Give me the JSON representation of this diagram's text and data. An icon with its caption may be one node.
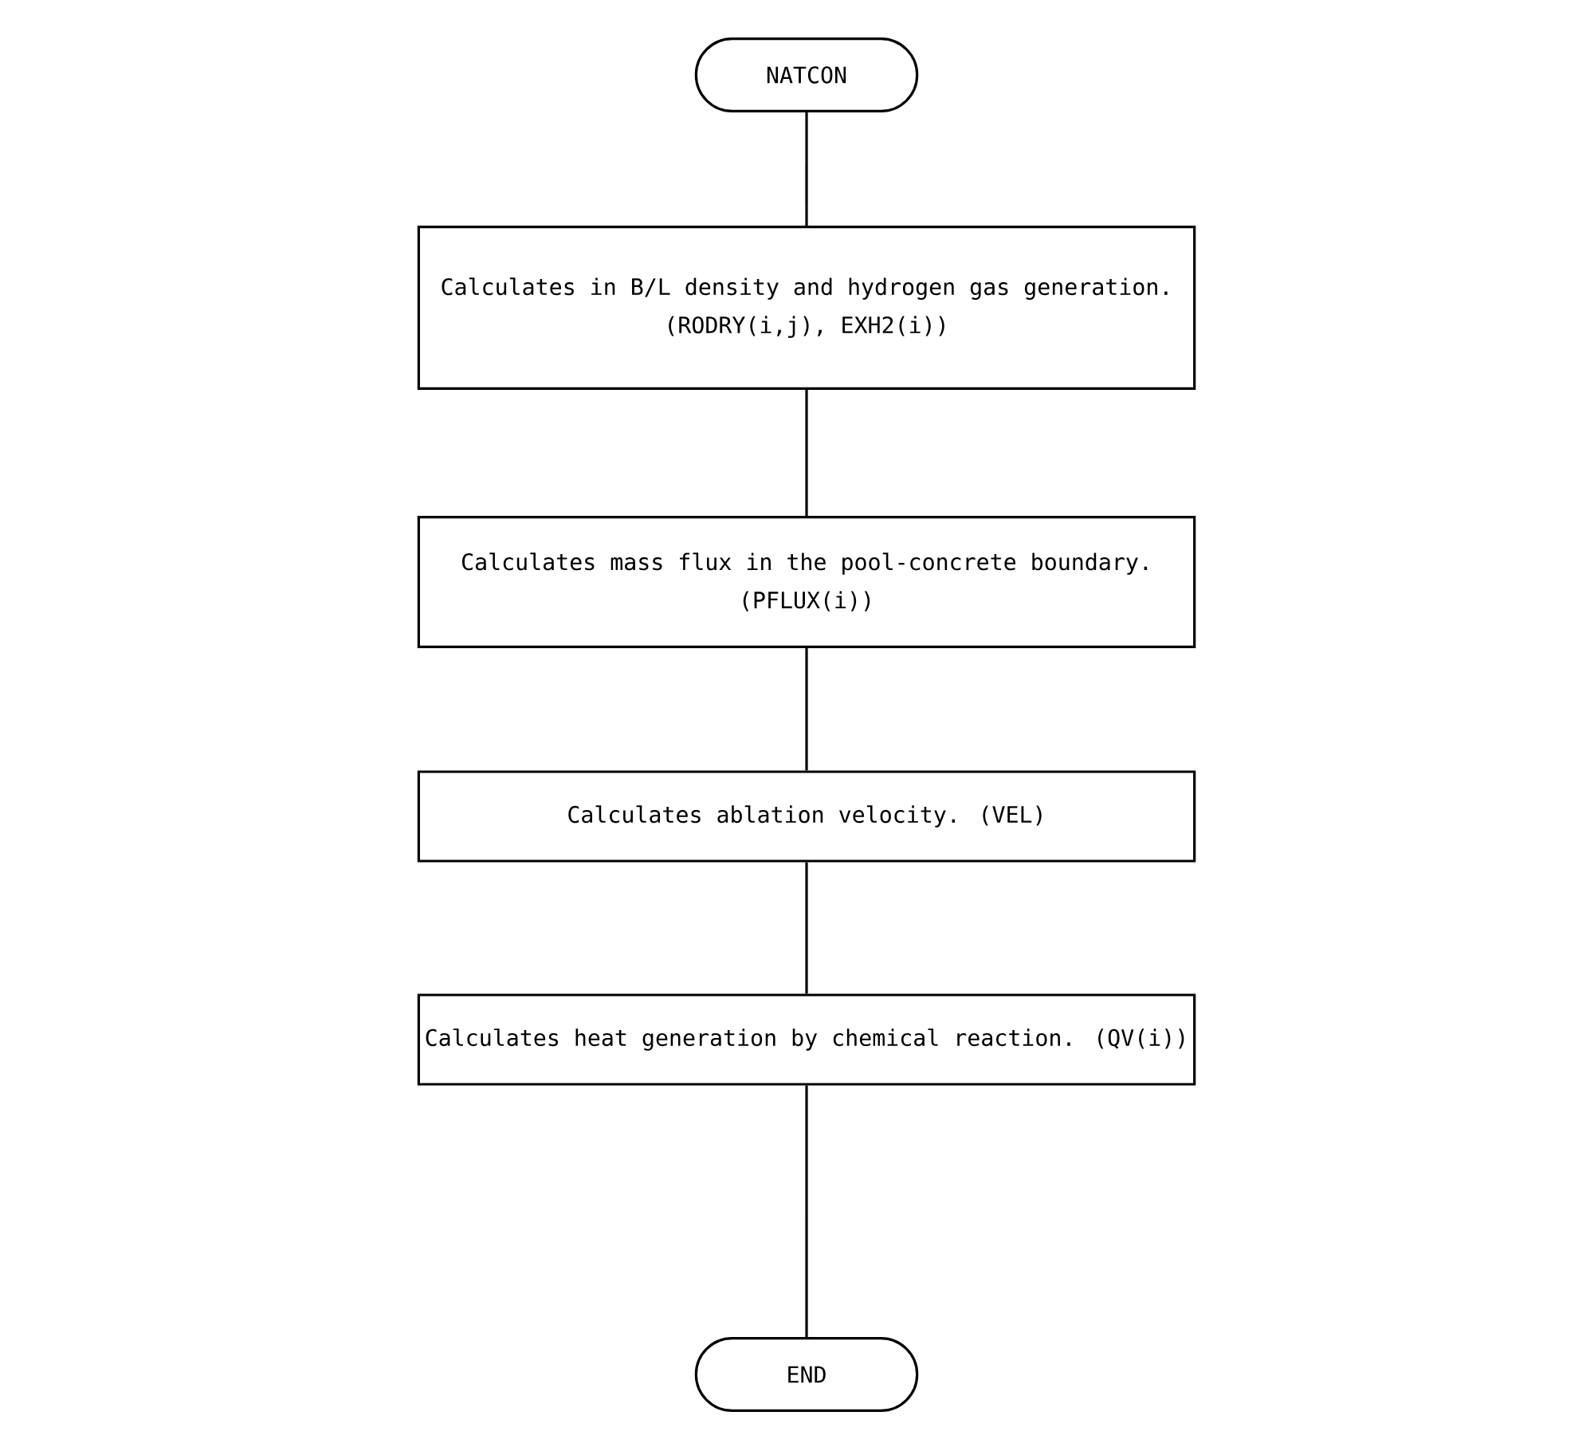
{
  "diagram": {
    "nodes": [
      {
        "text": [
          "NATCON"
        ]
      },
      {
        "text": [
          "Calculates in B/L density and hydrogen gas generation.",
          "(RODRY(i,j), EXH2(i))"
        ]
      },
      {
        "text": [
          "Calculates mass flux in the pool-concrete boundary.",
          "(PFLUX(i))"
        ]
      },
      {
        "text": [
          "Calculates ablation velocity. (VEL)"
        ]
      },
      {
        "text": [
          "Calculates heat generation by chemical reaction. (QV(i))"
        ]
      },
      {
        "text": [
          "END"
        ]
      }
    ],
    "edges": [
      {
        "from": 0,
        "to": 1,
        "arrow": "none"
      },
      {
        "from": 1,
        "to": 2,
        "arrow": "none"
      },
      {
        "from": 2,
        "to": 3,
        "arrow": "none"
      },
      {
        "from": 3,
        "to": 4,
        "arrow": "none"
      },
      {
        "from": 4,
        "to": 5,
        "arrow": "none"
      }
    ]
  }
}
